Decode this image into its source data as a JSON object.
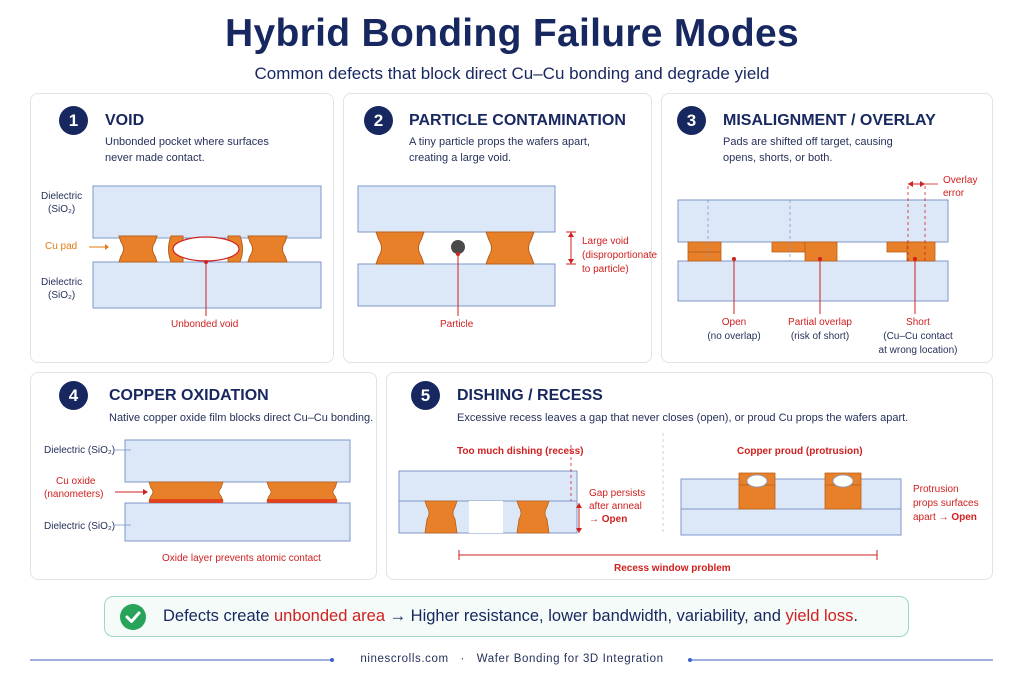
{
  "header": {
    "title": "Hybrid Bonding Failure Modes",
    "subtitle": "Common defects that block direct Cu–Cu bonding and degrade yield"
  },
  "cards": {
    "void": {
      "number": "1",
      "title": "VOID",
      "desc_line1": "Unbonded pocket where surfaces",
      "desc_line2": "never made contact.",
      "label_dielectric_top_1": "Dielectric",
      "label_dielectric_top_2": "(SiO₂)",
      "label_cu_pad": "Cu pad",
      "label_dielectric_bottom_1": "Dielectric",
      "label_dielectric_bottom_2": "(SiO₂)",
      "label_void": "Unbonded void"
    },
    "particle": {
      "number": "2",
      "title": "PARTICLE CONTAMINATION",
      "desc_line1": "A tiny particle props the wafers apart,",
      "desc_line2": "creating a large void.",
      "label_large_void_1": "Large void",
      "label_large_void_2": "(disproportionate",
      "label_large_void_3": "to particle)",
      "label_particle": "Particle"
    },
    "misalign": {
      "number": "3",
      "title": "MISALIGNMENT / OVERLAY",
      "desc_line1": "Pads are shifted off target, causing",
      "desc_line2": "opens, shorts, or both.",
      "label_overlay_1": "Overlay",
      "label_overlay_2": "error",
      "label_open_1": "Open",
      "label_open_2": "(no overlap)",
      "label_partial_1": "Partial overlap",
      "label_partial_2": "(risk of short)",
      "label_short_1": "Short",
      "label_short_2": "(Cu–Cu contact",
      "label_short_3": "at wrong location)"
    },
    "oxidation": {
      "number": "4",
      "title": "COPPER OXIDATION",
      "desc_line1": "Native copper oxide film blocks direct Cu–Cu bonding.",
      "label_dielectric_top": "Dielectric (SiO₂)",
      "label_oxide_1": "Cu oxide",
      "label_oxide_2": "(nanometers)",
      "label_dielectric_bottom": "Dielectric (SiO₂)",
      "label_note": "Oxide layer prevents atomic contact"
    },
    "dishing": {
      "number": "5",
      "title": "DISHING / RECESS",
      "desc_line1": "Excessive recess leaves a gap that never closes (open), or proud Cu props the wafers apart.",
      "label_recess_heading": "Too much dishing (recess)",
      "label_gap_1": "Gap persists",
      "label_gap_2": "after anneal",
      "label_gap_3": "→ Open",
      "label_proud_heading": "Copper proud (protrusion)",
      "label_prot_1": "Protrusion",
      "label_prot_2": "props surfaces",
      "label_prot_3": "apart →",
      "label_prot_open": "Open",
      "label_window": "Recess window problem"
    }
  },
  "banner": {
    "part1": "Defects create ",
    "part2": "unbonded area",
    "part3": " → Higher resistance, lower bandwidth, variability, and ",
    "part4": "yield loss",
    "part5": "."
  },
  "footer": {
    "site": "ninescrolls.com",
    "sep": "·",
    "tagline": "Wafer Bonding for 3D Integration"
  },
  "colors": {
    "navy": "#17275f",
    "dielectric": "#dce8f8",
    "dielectric_border": "#7f97c8",
    "copper": "#e8802a",
    "oxide": "#e2421c",
    "defect_red": "#d0201f",
    "accent_orange": "#e57a12",
    "check_green": "#27a35a"
  }
}
